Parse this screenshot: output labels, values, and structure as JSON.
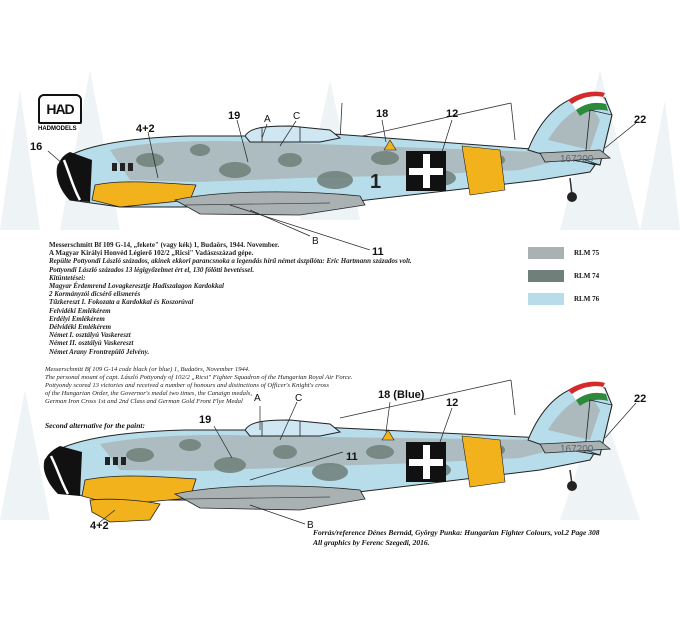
{
  "brand": {
    "logo_mark": "HAD",
    "logo_text": "HADMODELS"
  },
  "top_callouts": [
    "16",
    "4+2",
    "19",
    "A",
    "C",
    "18",
    "12",
    "22",
    "B",
    "11"
  ],
  "bottom_callouts": [
    "4+2",
    "19",
    "A",
    "C",
    "18 (Blue)",
    "12",
    "22",
    "B",
    "11"
  ],
  "aircraft": {
    "top": {
      "fuselage_number": "1",
      "tail_code": "167200"
    },
    "bottom": {
      "tail_code": "167200"
    }
  },
  "description_hu": [
    "Messerschmitt Bf 109 G-14, „fekete\" (vagy kék) 1, Budaörs, 1944. November.",
    "A Magyar Királyi Honvéd Légierő 102/2 „Ricsi\" Vadászszázad gépe.",
    "Repülte Pottyondi László százados, akinek ekkori parancsnoka a legendás hírű német ászpilóta: Eric Hartmann százados volt.",
    "Pottyondi László százados 13 légigyőzelmet ért el, 130 fölötti bevetéssel.",
    "Kitüntetései:",
    "Magyar Érdemrend Lovagkeresztje Hadiszalagon Kardokkal",
    "2 Kormányzói dicsérő elismerés",
    "Tűzkereszt I. Fokozata a Kardokkal és Koszorúval",
    "Felvidéki Emlékérem",
    "Erdélyi Emlékérem",
    "Délvidéki Emlékérem",
    "Német I. osztályú Vaskereszt",
    "Német II. osztályú Vaskereszt",
    "Német Arany Frontrepülő Jelvény."
  ],
  "description_en": [
    "Messerschmitt Bf 109 G-14 code black (or blue) 1, Budaörs, November 1944.",
    "The personal mount of capt. László Pottyondy of 102/2 „Ricsi\" Fighter Squadron of the Hungarian Royal Air Force.",
    "Pottyondy scored 13 victories and received a number of honours and distinctions of Officer's Knight's cross",
    "of the Hungarian Order, the Governor's medal two times, the Canaign medals,",
    "German Iron Cross 1st and 2nd Class and German Gold Front Flye Medal"
  ],
  "alt_label": "Second alternative for the paint:",
  "legend": [
    {
      "label": "RLM 75",
      "color": "#a9b1b2"
    },
    {
      "label": "RLM 74",
      "color": "#6f7f79"
    },
    {
      "label": "RLM 76",
      "color": "#b7dcea"
    }
  ],
  "credits": [
    "Forrás/reference Dénes Bernád, György Punka: Hungarian Fighter Colours, vol.2 Page 308",
    "All graphics by Ferenc Szegedi, 2016."
  ],
  "colors": {
    "rlm74": "#6f7f79",
    "rlm75": "#a9b1b2",
    "rlm76": "#b7dcea",
    "yellow": "#f2b21c",
    "black": "#111111",
    "white": "#ffffff"
  }
}
